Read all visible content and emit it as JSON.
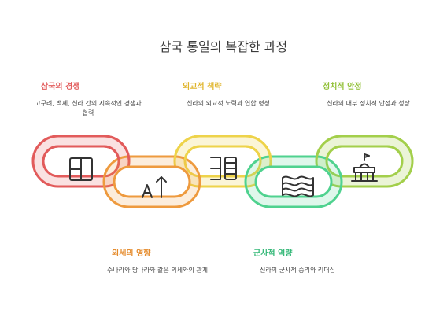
{
  "title": "삼국 통일의 복잡한 과정",
  "colors": {
    "red": "#e25b5b",
    "orange": "#ee9a3e",
    "yellow": "#eed34a",
    "green": "#4fd28f",
    "lime": "#a3cf4b",
    "icon_stroke": "#333333"
  },
  "items": [
    {
      "heading": "삼국의 경쟁",
      "desc": "고구려, 백제, 신라 간의 지속적인 경쟁과 협력",
      "icon": "grid-window-icon",
      "color": "#e25b5b"
    },
    {
      "heading": "외세의 영향",
      "desc": "수나라와 당나라와 같은 외세와의 관계",
      "icon": "sort-a-arrow-up-icon",
      "color": "#ee9a3e"
    },
    {
      "heading": "외교적 책략",
      "desc": "신라의 외교적 노력과 연합 형성",
      "icon": "columns-layout-icon",
      "color": "#eed34a"
    },
    {
      "heading": "군사적 역량",
      "desc": "신라의 군사적 승리와 리더십",
      "icon": "wave-flag-icon",
      "color": "#4fd28f"
    },
    {
      "heading": "정치적 안정",
      "desc": "신라의 내부 정치적 안정과 성장",
      "icon": "capitol-building-icon",
      "color": "#a3cf4b"
    }
  ]
}
